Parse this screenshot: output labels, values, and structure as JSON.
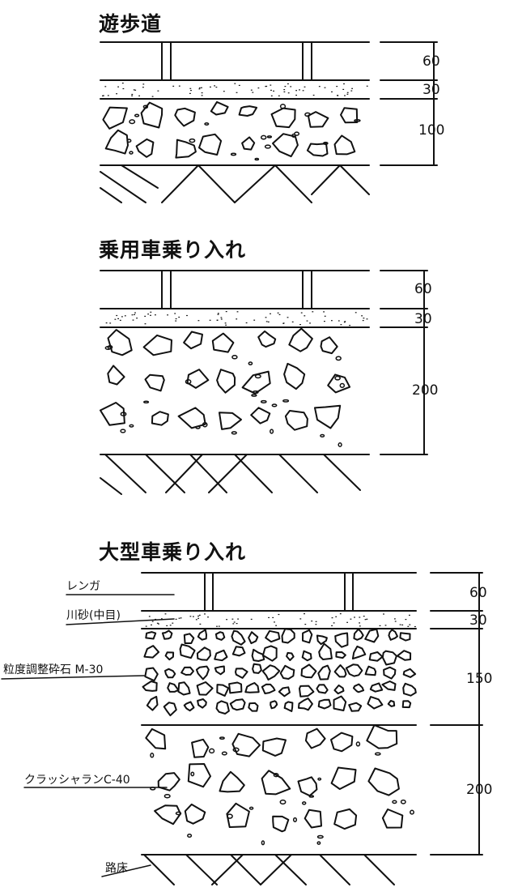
{
  "sections": [
    {
      "title": "遊歩道",
      "dims": [
        "60",
        "30",
        "100"
      ]
    },
    {
      "title": "乗用車乗り入れ",
      "dims": [
        "60",
        "30",
        "200"
      ]
    },
    {
      "title": "大型車乗り入れ",
      "dims": [
        "60",
        "30",
        "150",
        "200"
      ],
      "labels": [
        "レンガ",
        "川砂(中目)",
        "粒度調整砕石 M-30",
        "クラッシャランC-40",
        "路床"
      ]
    }
  ],
  "colors": {
    "line": "#111111",
    "background": "#ffffff"
  }
}
